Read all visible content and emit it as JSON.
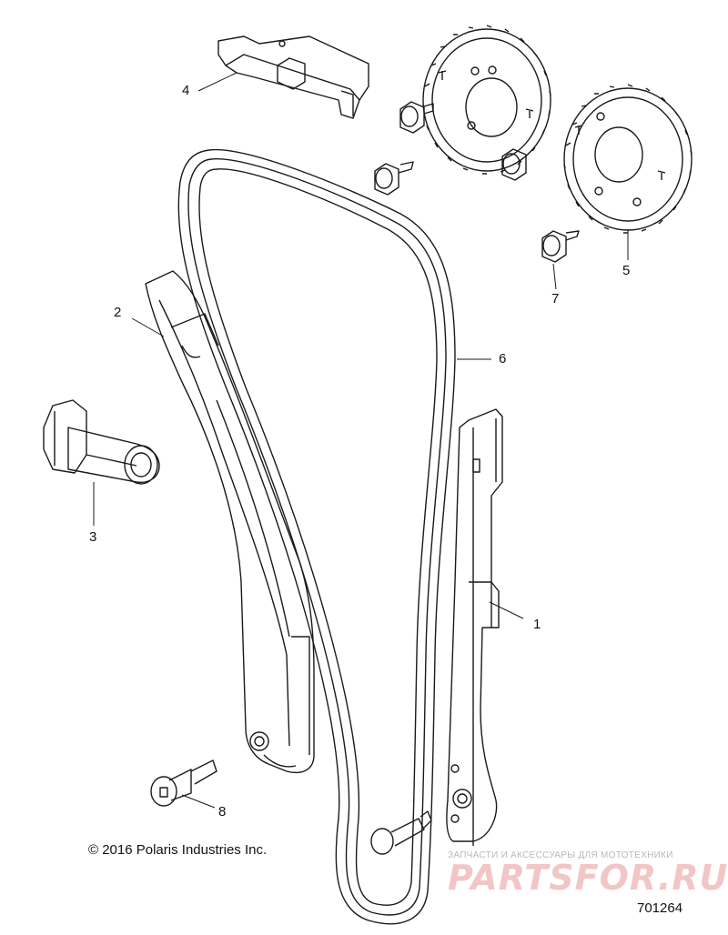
{
  "callouts": {
    "c1": "1",
    "c2": "2",
    "c3": "3",
    "c4": "4",
    "c5": "5",
    "c6": "6",
    "c7": "7",
    "c8": "8"
  },
  "copyright": "© 2016 Polaris Industries Inc.",
  "drawing_number": "701264",
  "watermark": {
    "tagline": "ЗАПЧАСТИ И АКСЕССУАРЫ ДЛЯ МОТОТЕХНИКИ",
    "logo": "PARTSFOR.RU"
  },
  "colors": {
    "line": "#1a1a1a",
    "watermark": "#e07070"
  }
}
